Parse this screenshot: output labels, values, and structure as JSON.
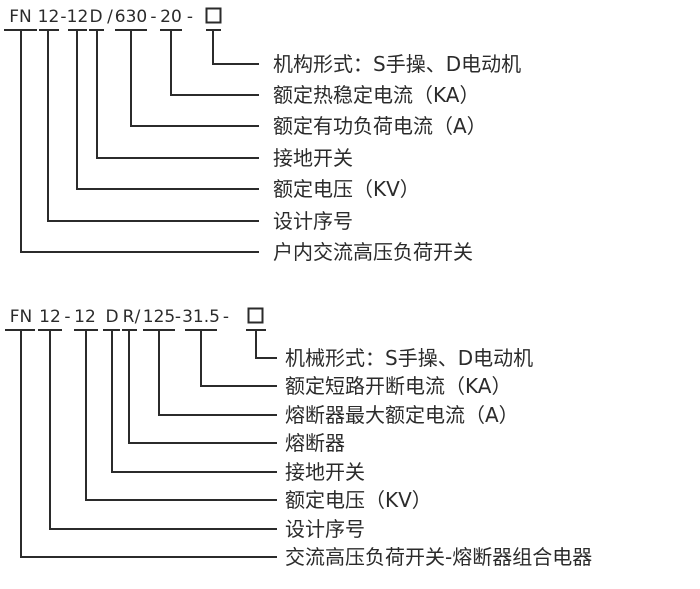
{
  "colors": {
    "ink": "#2b2b2b",
    "background": "#ffffff"
  },
  "diagram1": {
    "code": {
      "segments": [
        "FN",
        "12",
        "12",
        "D",
        "630",
        "20"
      ],
      "separators": [
        "-",
        "/",
        "-",
        "-"
      ],
      "placeholder_symbol": "□"
    },
    "labels": [
      "机构形式：S手操、D电动机",
      "额定热稳定电流（KA）",
      "额定有功负荷电流（A）",
      "接地开关",
      "额定电压（KV）",
      "设计序号",
      "户内交流高压负荷开关"
    ]
  },
  "diagram2": {
    "code": {
      "segments": [
        "FN",
        "12",
        "12",
        "D",
        "R",
        "125",
        "31.5"
      ],
      "separators": [
        "-",
        "/",
        "-",
        "-"
      ],
      "placeholder_symbol": "□"
    },
    "labels": [
      "机械形式：S手操、D电动机",
      "额定短路开断电流（KA）",
      "熔断器最大额定电流（A）",
      "熔断器",
      "接地开关",
      "额定电压（KV）",
      "设计序号",
      "交流高压负荷开关-熔断器组合电器"
    ]
  }
}
